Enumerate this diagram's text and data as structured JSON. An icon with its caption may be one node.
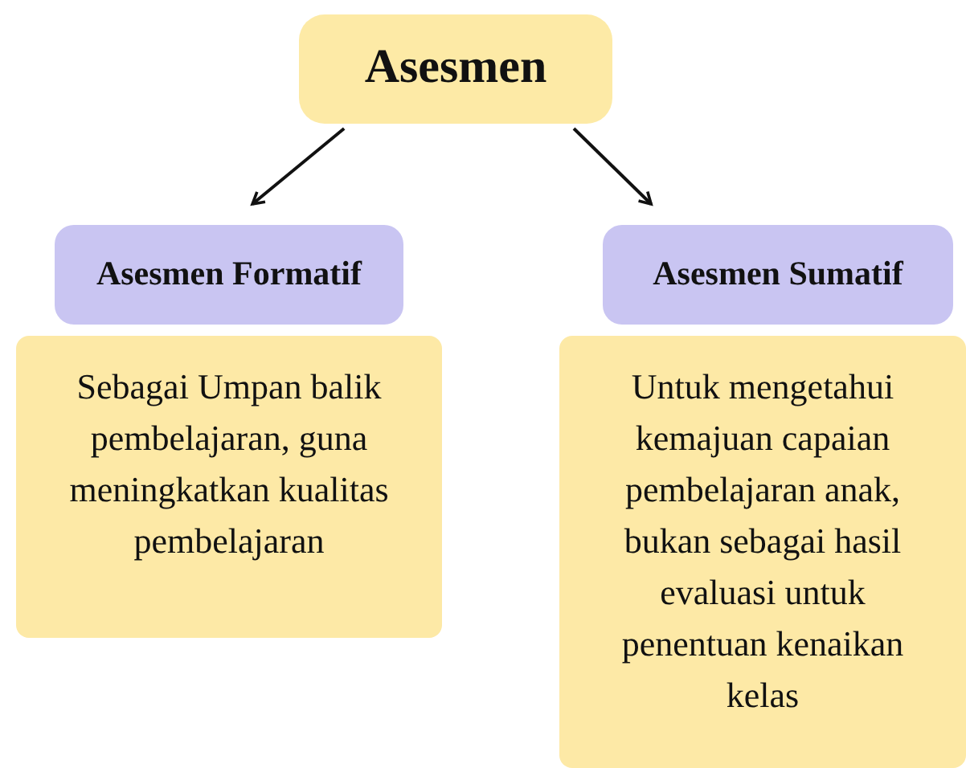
{
  "diagram": {
    "nodes": [
      {
        "text": [
          "Asesmen"
        ]
      },
      {
        "text": [
          "Asesmen Formatif"
        ]
      },
      {
        "text": [
          "Asesmen Sumatif"
        ]
      },
      {
        "text": [
          "Sebagai Umpan balik pembelajaran, guna meningkatkan kualitas pembelajaran"
        ]
      },
      {
        "text": [
          "Untuk mengetahui kemajuan capaian pembelajaran anak, bukan sebagai hasil evaluasi untuk penentuan kenaikan kelas"
        ]
      }
    ],
    "edges": [
      {
        "from": 0,
        "to": 1,
        "arrow": "to"
      },
      {
        "from": 0,
        "to": 2,
        "arrow": "to"
      }
    ]
  }
}
